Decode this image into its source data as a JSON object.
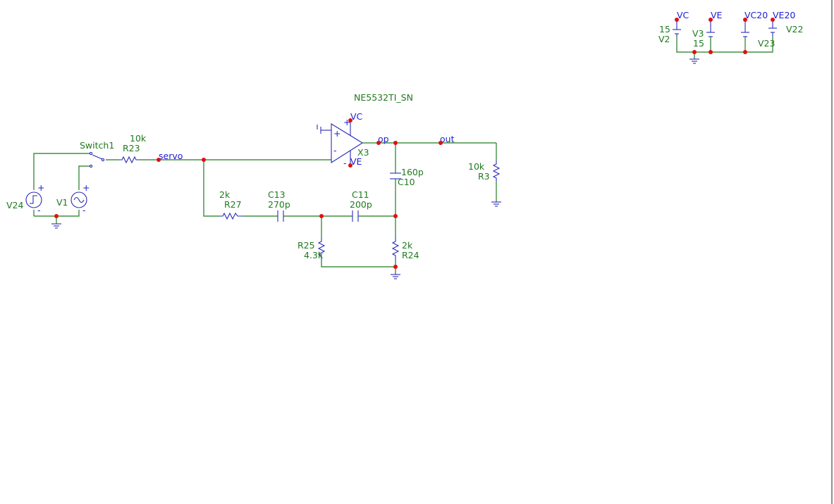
{
  "opamp": {
    "model": "NE5532TI_SN",
    "ref": "X3",
    "pin_plus_sign": "+",
    "pin_minus_sign": "-"
  },
  "nets": {
    "vc": "VC",
    "ve": "VE",
    "servo": "servo",
    "op": "op",
    "out": "out",
    "vc20": "VC20",
    "ve20": "VE20"
  },
  "switch": {
    "ref": "Switch1"
  },
  "sources": {
    "v24": {
      "ref": "V24",
      "plus": "+",
      "minus": "-"
    },
    "v1": {
      "ref": "V1",
      "plus": "+",
      "minus": "-"
    },
    "v2": {
      "ref": "V2",
      "value": "15"
    },
    "v3": {
      "ref": "V3",
      "value": "15"
    },
    "v23": {
      "ref": "V23"
    },
    "v22": {
      "ref": "V22"
    }
  },
  "resistors": {
    "r23": {
      "ref": "R23",
      "value": "10k"
    },
    "r27": {
      "ref": "R27",
      "value": "2k"
    },
    "r25": {
      "ref": "R25",
      "value": "4.3k"
    },
    "r24": {
      "ref": "R24",
      "value": "2k"
    },
    "r3": {
      "ref": "R3",
      "value": "10k"
    }
  },
  "capacitors": {
    "c13": {
      "ref": "C13",
      "value": "270p"
    },
    "c11": {
      "ref": "C11",
      "value": "200p"
    },
    "c10": {
      "ref": "C10",
      "value": "160p"
    }
  },
  "colors": {
    "wire": "#1f7a1f",
    "component": "#2a2ab8",
    "net_label": "#1c1cd6",
    "node": "#e01010",
    "ref_label": "#1f7a1f"
  }
}
